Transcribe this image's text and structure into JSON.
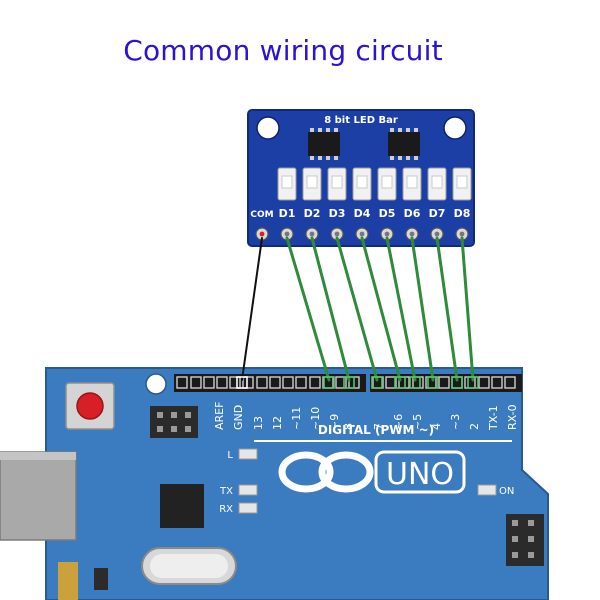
{
  "title": "Common wiring circuit",
  "module": {
    "title": "8 bit LED Bar",
    "pins": [
      "COM",
      "D1",
      "D2",
      "D3",
      "D4",
      "D5",
      "D6",
      "D7",
      "D8"
    ]
  },
  "board": {
    "header_labels": [
      "AREF",
      "GND",
      "13",
      "12",
      "~11",
      "~10",
      "~9",
      "8",
      "7",
      "~6",
      "~5",
      "4",
      "~3",
      "2",
      "TX-1",
      "RX-0"
    ],
    "digital_label": "DIGITAL (PWM ~)",
    "logo_text": "UNO",
    "led_l": "L",
    "led_tx": "TX",
    "led_rx": "RX",
    "led_on": "ON"
  },
  "wiring": {
    "com_to": "GND",
    "connections": [
      {
        "from": "COM",
        "to": "GND"
      },
      {
        "from": "D1",
        "to": "~9"
      },
      {
        "from": "D2",
        "to": "8"
      },
      {
        "from": "D3",
        "to": "7"
      },
      {
        "from": "D4",
        "to": "~6"
      },
      {
        "from": "D5",
        "to": "~5"
      },
      {
        "from": "D6",
        "to": "4"
      },
      {
        "from": "D7",
        "to": "~3"
      },
      {
        "from": "D8",
        "to": "2"
      }
    ]
  },
  "colors": {
    "title": "#2a12d8",
    "module_pcb": "#1c3fa6",
    "board_pcb": "#3b7bbf",
    "wire_green": "#2e8b3a",
    "wire_black": "#111111",
    "reset_button": "#d61f26"
  }
}
